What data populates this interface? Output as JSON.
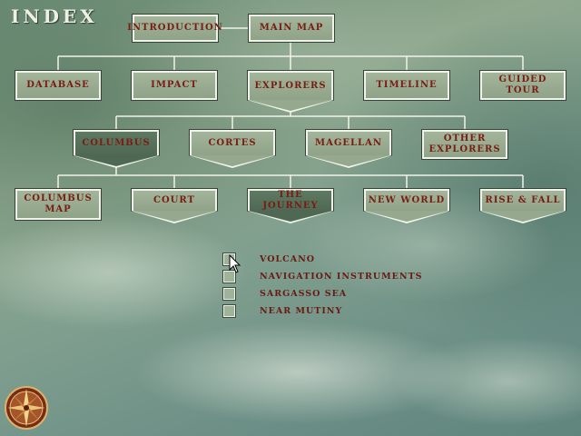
{
  "title": "INDEX",
  "top_row": [
    "INTRODUCTION",
    "MAIN MAP"
  ],
  "sections": [
    "DATABASE",
    "IMPACT",
    "EXPLORERS",
    "TIMELINE",
    "GUIDED TOUR"
  ],
  "explorers": [
    "COLUMBUS",
    "CORTES",
    "MAGELLAN",
    "OTHER EXPLORERS"
  ],
  "columbus_topics": [
    "COLUMBUS MAP",
    "COURT",
    "THE JOURNEY",
    "NEW WORLD",
    "RISE & FALL"
  ],
  "journey_topics": [
    "VOLCANO",
    "NAVIGATION  INSTRUMENTS",
    "SARGASSO SEA",
    "NEAR MUTINY"
  ],
  "active": {
    "explorer": "COLUMBUS",
    "topic": "THE JOURNEY"
  },
  "colors": {
    "label": "#7a1c12",
    "box": "#a3b59a",
    "box_active": "#4e6853",
    "border": "#f1f3ea",
    "line": "#f1f3ea"
  },
  "icons": {
    "compass": "compass-rose-icon",
    "cursor": "arrow-cursor-icon"
  }
}
